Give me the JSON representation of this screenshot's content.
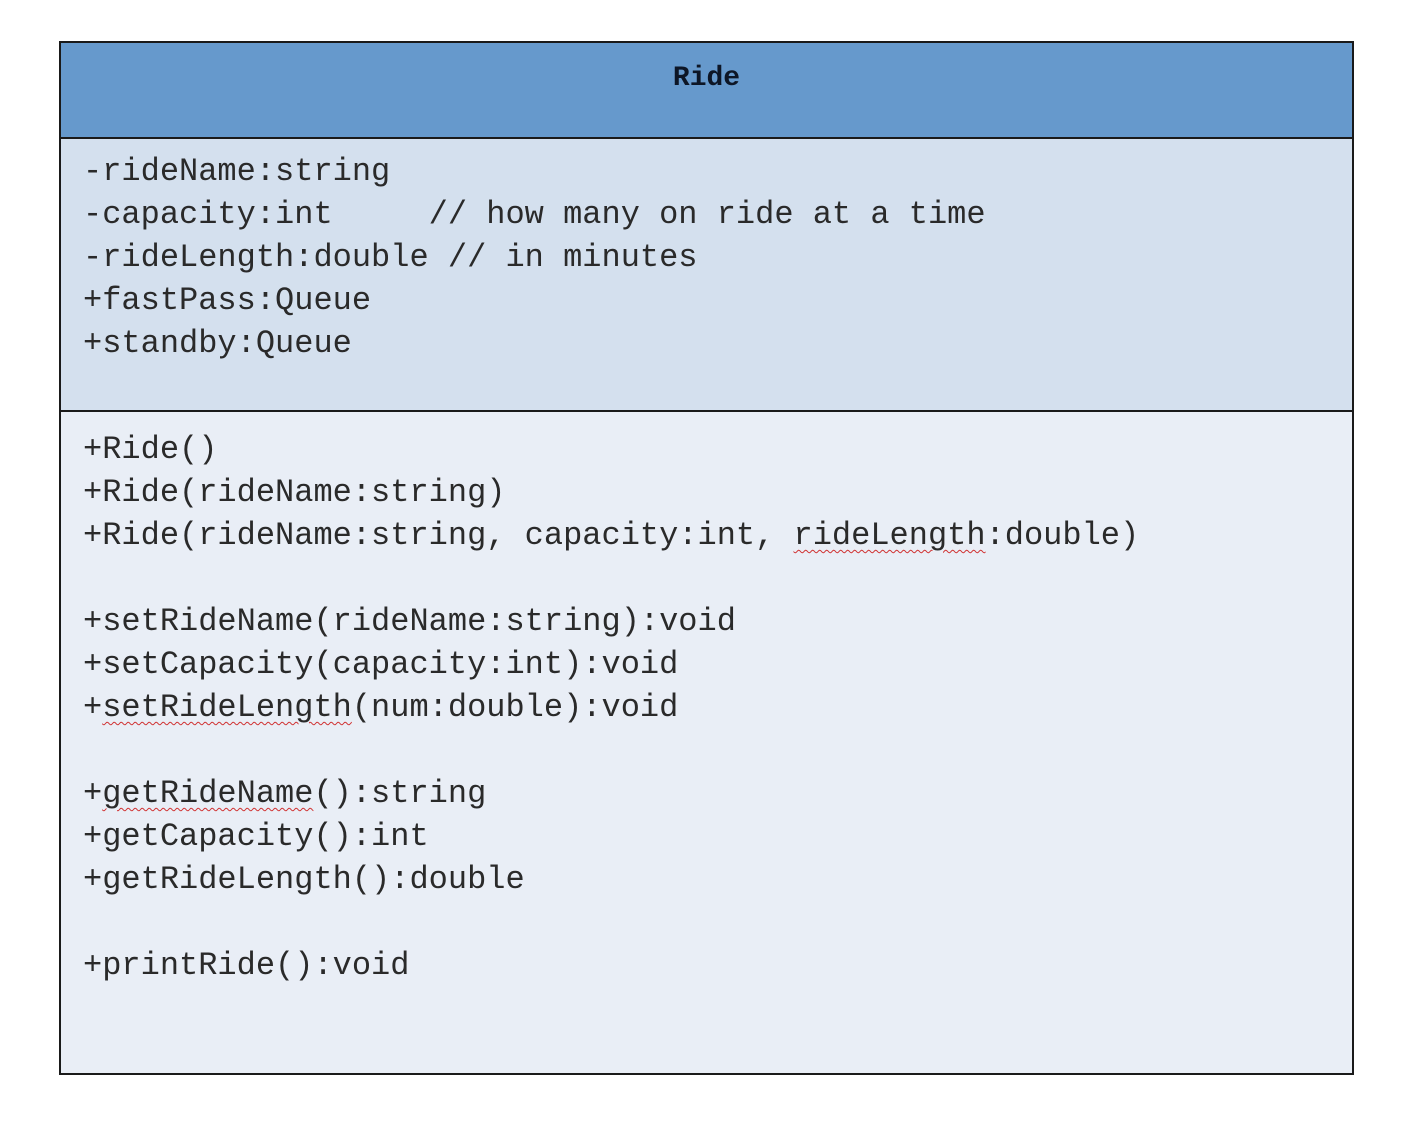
{
  "class": {
    "name": "Ride",
    "attributes": [
      "-rideName:string",
      "-capacity:int     // how many on ride at a time",
      "-rideLength:double // in minutes",
      "+fastPass:Queue",
      "+standby:Queue"
    ],
    "operations": {
      "constructors": [
        "+Ride()",
        "+Ride(rideName:string)",
        {
          "before": "+Ride(rideName:string, capacity:int, ",
          "flagged": "rideLength",
          "after": ":double)"
        }
      ],
      "setters": [
        "+setRideName(rideName:string):void",
        "+setCapacity(capacity:int):void",
        {
          "before": "+",
          "flagged": "setRideLength",
          "after": "(num:double):void"
        }
      ],
      "getters": [
        {
          "before": "+",
          "flagged": "getRideName",
          "after": "():string"
        },
        "+getCapacity():int",
        "+getRideLength():double"
      ],
      "other": [
        "+printRide():void"
      ]
    }
  },
  "colors": {
    "header_fill": "#6699cc",
    "attributes_fill": "#d4e0ee",
    "operations_fill": "#e9eef6",
    "border": "#1a1a1a",
    "spellcheck_underline": "#d03030"
  }
}
